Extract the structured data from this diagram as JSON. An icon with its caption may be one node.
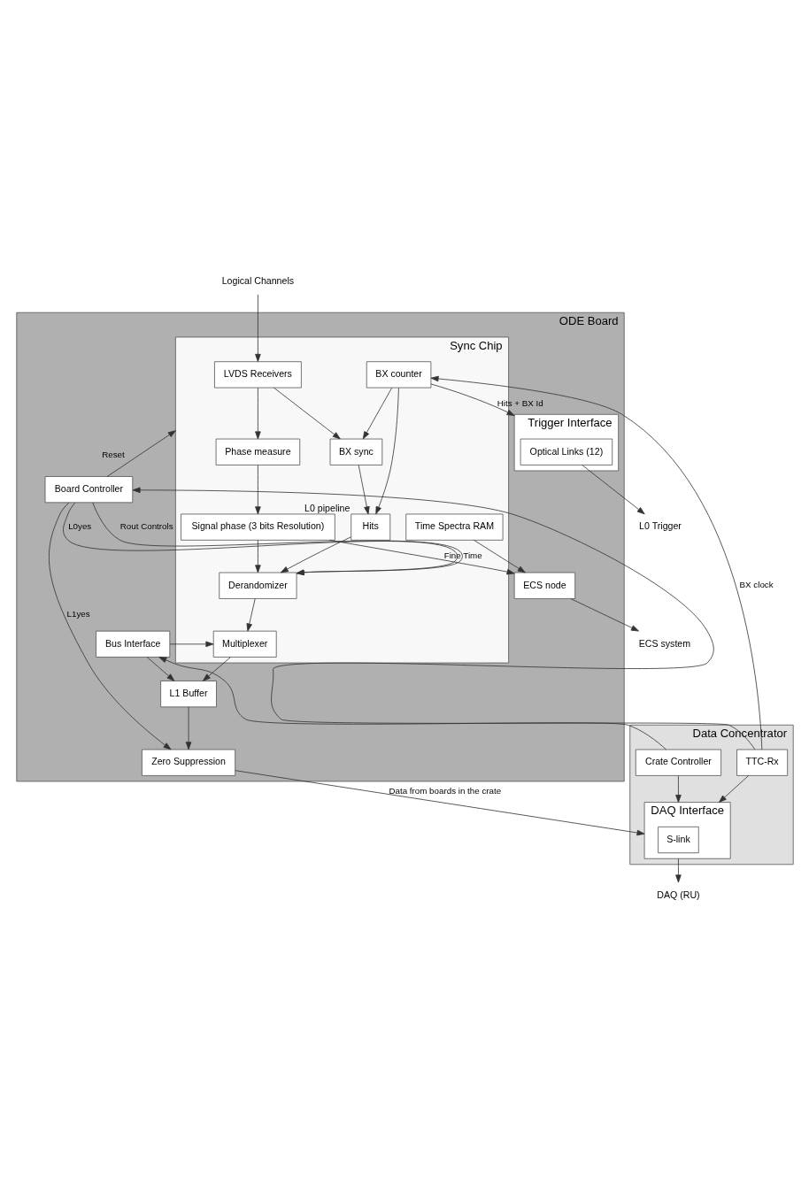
{
  "diagram": {
    "nodes": [
      {
        "text": [
          "ODE Board"
        ]
      },
      {
        "text": [
          "Sync Chip"
        ],
        "in": 0
      },
      {
        "text": [
          "LVDS Receivers"
        ],
        "in": 1
      },
      {
        "text": [
          "BX counter"
        ],
        "in": 1
      },
      {
        "text": [
          "BX sync"
        ],
        "in": 1
      },
      {
        "text": [
          "Phase measure"
        ],
        "in": 1
      },
      {
        "text": [
          "Hits"
        ],
        "in": 1,
        "beside": [
          "L0 pipeline"
        ]
      },
      {
        "text": [
          "Signal phase (3 bits Resolution)"
        ],
        "in": 1
      },
      {
        "text": [
          "Time Spectra RAM"
        ],
        "in": 1
      },
      {
        "text": [
          "Derandomizer"
        ],
        "in": 1
      },
      {
        "text": [
          "Multiplexer"
        ],
        "in": 1
      },
      {
        "text": [
          "Trigger Interface"
        ],
        "in": 0
      },
      {
        "text": [
          "Optical Links (12)"
        ],
        "in": 11
      },
      {
        "text": [
          "ECS node"
        ],
        "in": 0
      },
      {
        "text": [
          "Board Controller"
        ],
        "in": 0
      },
      {
        "text": [
          "Bus Interface"
        ],
        "in": 0
      },
      {
        "text": [
          "L1 Buffer"
        ],
        "in": 0
      },
      {
        "text": [
          "Zero Suppression"
        ],
        "in": 0
      },
      {
        "text": [
          "Data Concentrator"
        ]
      },
      {
        "text": [
          "TTC-Rx"
        ],
        "in": 18
      },
      {
        "text": [
          "DAQ Interface"
        ],
        "in": 18
      },
      {
        "text": [
          "S-link"
        ],
        "in": 20
      },
      {
        "text": [
          "Crate Controller"
        ],
        "in": 18
      },
      {
        "text": [
          "Logical Channels"
        ]
      },
      {
        "text": [
          "DAQ (RU)"
        ]
      },
      {
        "text": [
          "L0 Trigger"
        ]
      },
      {
        "text": [
          "ECS system"
        ]
      }
    ],
    "edges": [
      {
        "from": 23,
        "to": 2,
        "arrow": "to"
      },
      {
        "from": 2,
        "to": 4,
        "arrow": "to"
      },
      {
        "from": 2,
        "to": 5,
        "arrow": "to"
      },
      {
        "from": 3,
        "to": 4,
        "arrow": "to"
      },
      {
        "from": 3,
        "to": 6,
        "arrow": "to"
      },
      {
        "from": 3,
        "to": 11,
        "arrow": "to",
        "label": "Hits + BX Id"
      },
      {
        "from": 4,
        "to": 6,
        "arrow": "to"
      },
      {
        "from": 5,
        "to": 7,
        "arrow": "to"
      },
      {
        "from": 6,
        "to": 9,
        "arrow": "to"
      },
      {
        "from": 7,
        "to": 9,
        "arrow": "to"
      },
      {
        "from": 7,
        "to": 13,
        "arrow": "to",
        "label": "Fine Time"
      },
      {
        "from": 8,
        "to": 13,
        "arrow": "to"
      },
      {
        "from": 9,
        "to": 10,
        "arrow": "to"
      },
      {
        "from": 10,
        "to": 16,
        "arrow": "to"
      },
      {
        "from": 15,
        "to": 10,
        "arrow": "to"
      },
      {
        "from": 15,
        "to": 16,
        "arrow": "to"
      },
      {
        "from": 16,
        "to": 17,
        "arrow": "to"
      },
      {
        "from": 17,
        "to": 20,
        "arrow": "to",
        "label": "Data from boards in the crate"
      },
      {
        "from": 20,
        "to": 24,
        "arrow": "to"
      },
      {
        "from": 12,
        "to": 25,
        "arrow": "to"
      },
      {
        "from": 13,
        "to": 26,
        "arrow": "to"
      },
      {
        "from": 19,
        "to": 3,
        "arrow": "to",
        "label": "BX clock"
      },
      {
        "from": 19,
        "to": 14,
        "arrow": "to"
      },
      {
        "from": 19,
        "to": 20,
        "arrow": "to"
      },
      {
        "from": 22,
        "to": 20,
        "arrow": "to"
      },
      {
        "from": 22,
        "to": 15,
        "arrow": "to"
      },
      {
        "from": 14,
        "to": 1,
        "arrow": "to",
        "label": "Reset"
      },
      {
        "from": 14,
        "to": 9,
        "arrow": "to",
        "label": "L0yes"
      },
      {
        "from": 14,
        "to": 9,
        "arrow": "to",
        "label": "Rout Controls"
      },
      {
        "from": 14,
        "to": 17,
        "arrow": "to",
        "label": "L1yes"
      }
    ]
  }
}
